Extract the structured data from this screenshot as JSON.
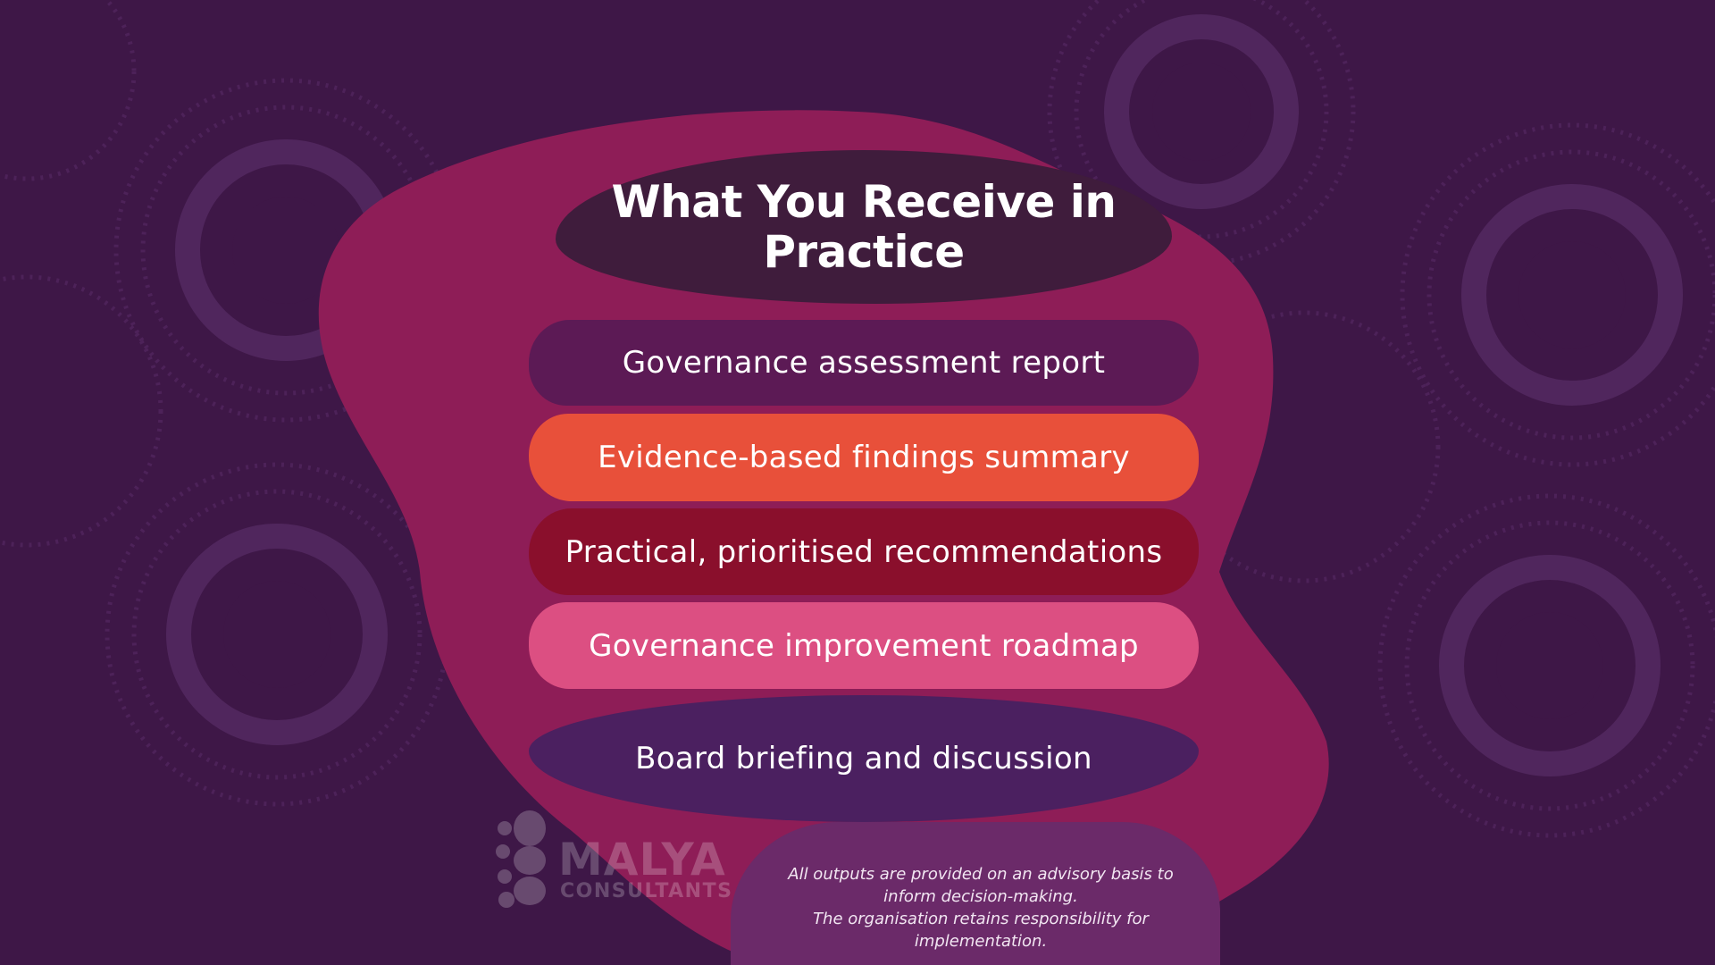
{
  "title": "What You Receive in Practice",
  "items": [
    "Governance assessment report",
    "Evidence-based findings summary",
    "Practical, prioritised recommendations",
    "Governance improvement roadmap",
    "Board briefing and discussion"
  ],
  "logo": {
    "name": "MALYA",
    "sub": "CONSULTANTS"
  },
  "note": {
    "line1": "All outputs are provided on an advisory basis to inform decision-making.",
    "line2": "The organisation retains responsibility for implementation."
  },
  "colors": {
    "background": "#3e1747",
    "blob": "#8e1d57",
    "title_pill": "#3f1c3c",
    "item_1": "#5c1a55",
    "item_2": "#e8503a",
    "item_3": "#8a0f2c",
    "item_4": "#dc4f82",
    "item_5": "#4b2060",
    "note_box": "#6b2a69"
  }
}
